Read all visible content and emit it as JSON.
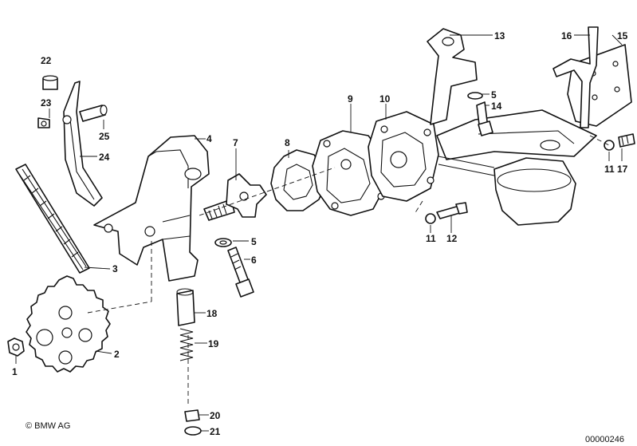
{
  "diagram": {
    "callouts": [
      "1",
      "2",
      "3",
      "4",
      "5",
      "6",
      "7",
      "8",
      "9",
      "10",
      "11",
      "12",
      "13",
      "5",
      "14",
      "15",
      "16",
      "11",
      "17",
      "18",
      "19",
      "20",
      "21",
      "22",
      "23",
      "24",
      "25"
    ],
    "copyright": "© BMW AG",
    "image_number": "00000246"
  }
}
